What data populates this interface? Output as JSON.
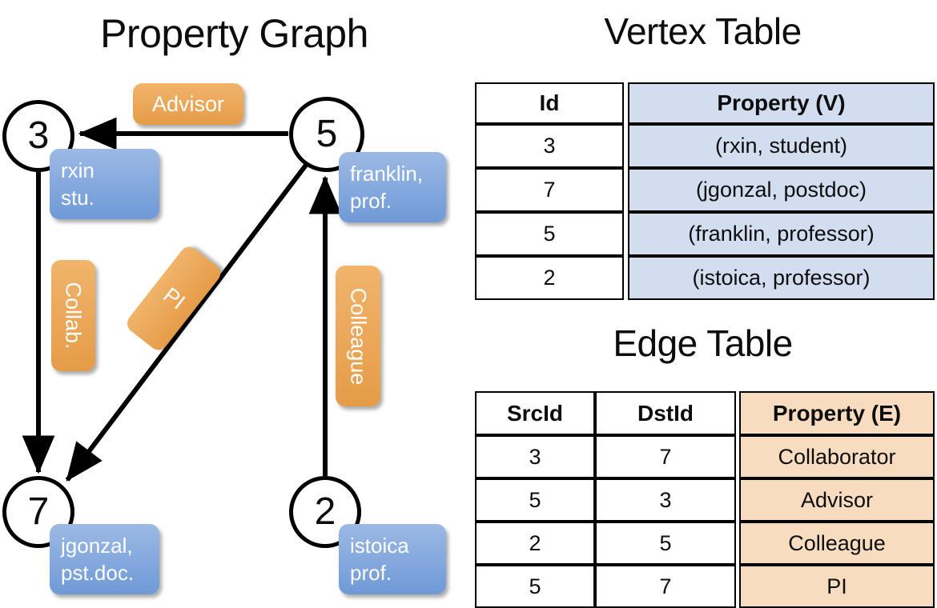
{
  "panels": {
    "graph_title": "Property Graph",
    "vertex_title": "Vertex Table",
    "edge_title": "Edge Table"
  },
  "graph": {
    "nodes": [
      {
        "id": "3",
        "property_lines": [
          "rxin",
          "stu."
        ]
      },
      {
        "id": "5",
        "property_lines": [
          "franklin,",
          "prof."
        ]
      },
      {
        "id": "7",
        "property_lines": [
          "jgonzal,",
          "pst.doc."
        ]
      },
      {
        "id": "2",
        "property_lines": [
          "istoica",
          "prof."
        ]
      }
    ],
    "edge_labels": [
      {
        "name": "advisor",
        "text": "Advisor"
      },
      {
        "name": "collab",
        "text": "Collab."
      },
      {
        "name": "pi",
        "text": "PI"
      },
      {
        "name": "colleague",
        "text": "Colleague"
      }
    ]
  },
  "vertex_table": {
    "headers": [
      "Id",
      "Property (V)"
    ],
    "rows": [
      {
        "id": "3",
        "property": "(rxin, student)"
      },
      {
        "id": "7",
        "property": "(jgonzal, postdoc)"
      },
      {
        "id": "5",
        "property": "(franklin, professor)"
      },
      {
        "id": "2",
        "property": "(istoica, professor)"
      }
    ]
  },
  "edge_table": {
    "headers": [
      "SrcId",
      "DstId",
      "Property (E)"
    ],
    "rows": [
      {
        "src": "3",
        "dst": "7",
        "property": "Collaborator"
      },
      {
        "src": "5",
        "dst": "3",
        "property": "Advisor"
      },
      {
        "src": "2",
        "dst": "5",
        "property": "Colleague"
      },
      {
        "src": "5",
        "dst": "7",
        "property": "PI"
      }
    ]
  },
  "colors": {
    "vertex_property_fill": "#d2ddf0",
    "edge_property_fill": "#f7dcc0",
    "node_box_blue": "#8aade0",
    "edge_label_orange": "#eca95c",
    "stroke": "#000000"
  }
}
